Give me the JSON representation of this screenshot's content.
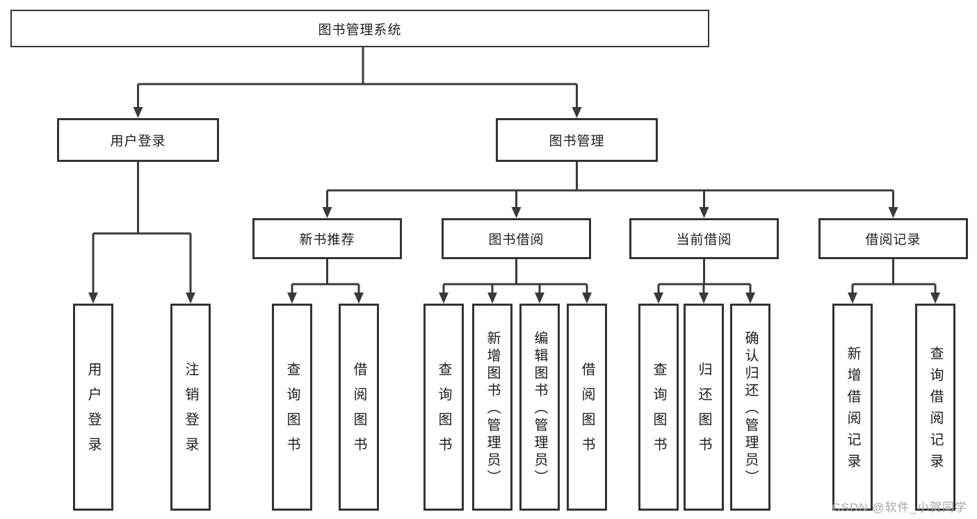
{
  "colors": {
    "line": "#3a3a3a",
    "box_border": "#333333",
    "text": "#1c1c1c",
    "watermark_gray": "#a8a8a8",
    "background": "#ffffff"
  },
  "watermark": "CSDN @软件_小贺同学",
  "tree": {
    "root": "图书管理系统",
    "branches": [
      {
        "label": "用户登录",
        "children": [
          "用户登录",
          "注销登录"
        ]
      },
      {
        "label": "图书管理",
        "groups": [
          {
            "label": "新书推荐",
            "children": [
              "查询图书",
              "借阅图书"
            ]
          },
          {
            "label": "图书借阅",
            "children": [
              "查询图书",
              "新增图书（管理员）",
              "编辑图书（管理员）",
              "借阅图书"
            ]
          },
          {
            "label": "当前借阅",
            "children": [
              "查询图书",
              "归还图书",
              "确认归还（管理员）"
            ]
          },
          {
            "label": "借阅记录",
            "children": [
              "新增借阅记录",
              "查询借阅记录"
            ]
          }
        ]
      }
    ]
  }
}
